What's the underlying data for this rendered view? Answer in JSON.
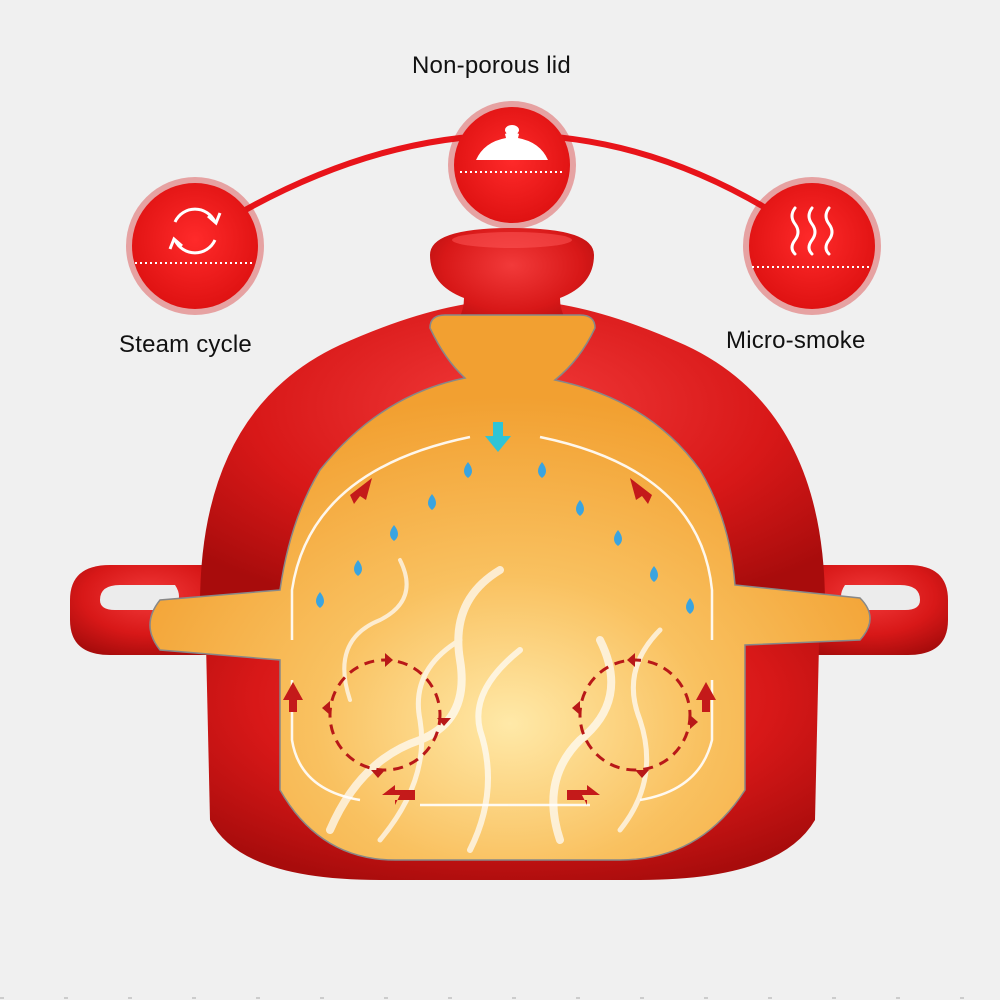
{
  "features": {
    "lid": {
      "label": "Non-porous lid",
      "icon": "tagine-lid-icon"
    },
    "steam": {
      "label": "Steam cycle",
      "icon": "cycle-arrows-icon"
    },
    "smoke": {
      "label": "Micro-smoke",
      "icon": "wavy-lines-icon"
    }
  },
  "colors": {
    "accent": "#e8141a",
    "pot_red": "#d81818",
    "interior": "#f4a53a",
    "droplet": "#3aa4e0",
    "arrow": "#b81818",
    "background": "#f0f0f0"
  }
}
